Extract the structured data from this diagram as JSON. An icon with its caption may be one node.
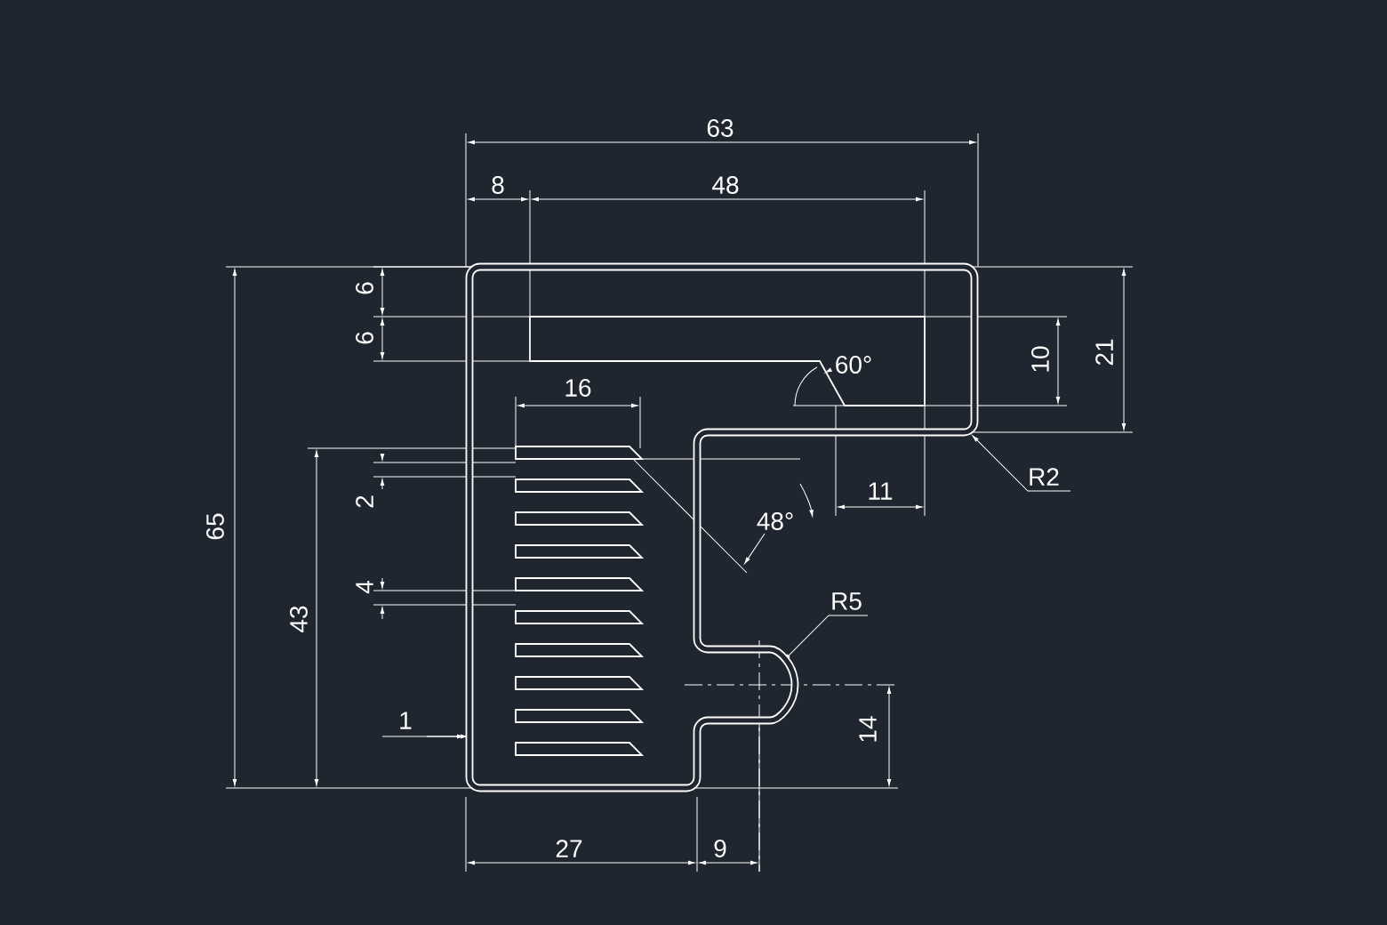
{
  "diagram": {
    "labels": [
      "63",
      "8",
      "48",
      "6",
      "6",
      "21",
      "10",
      "60°",
      "16",
      "11",
      "R2",
      "2",
      "48°",
      "4",
      "R5",
      "65",
      "43",
      "1",
      "14",
      "27",
      "9"
    ]
  }
}
